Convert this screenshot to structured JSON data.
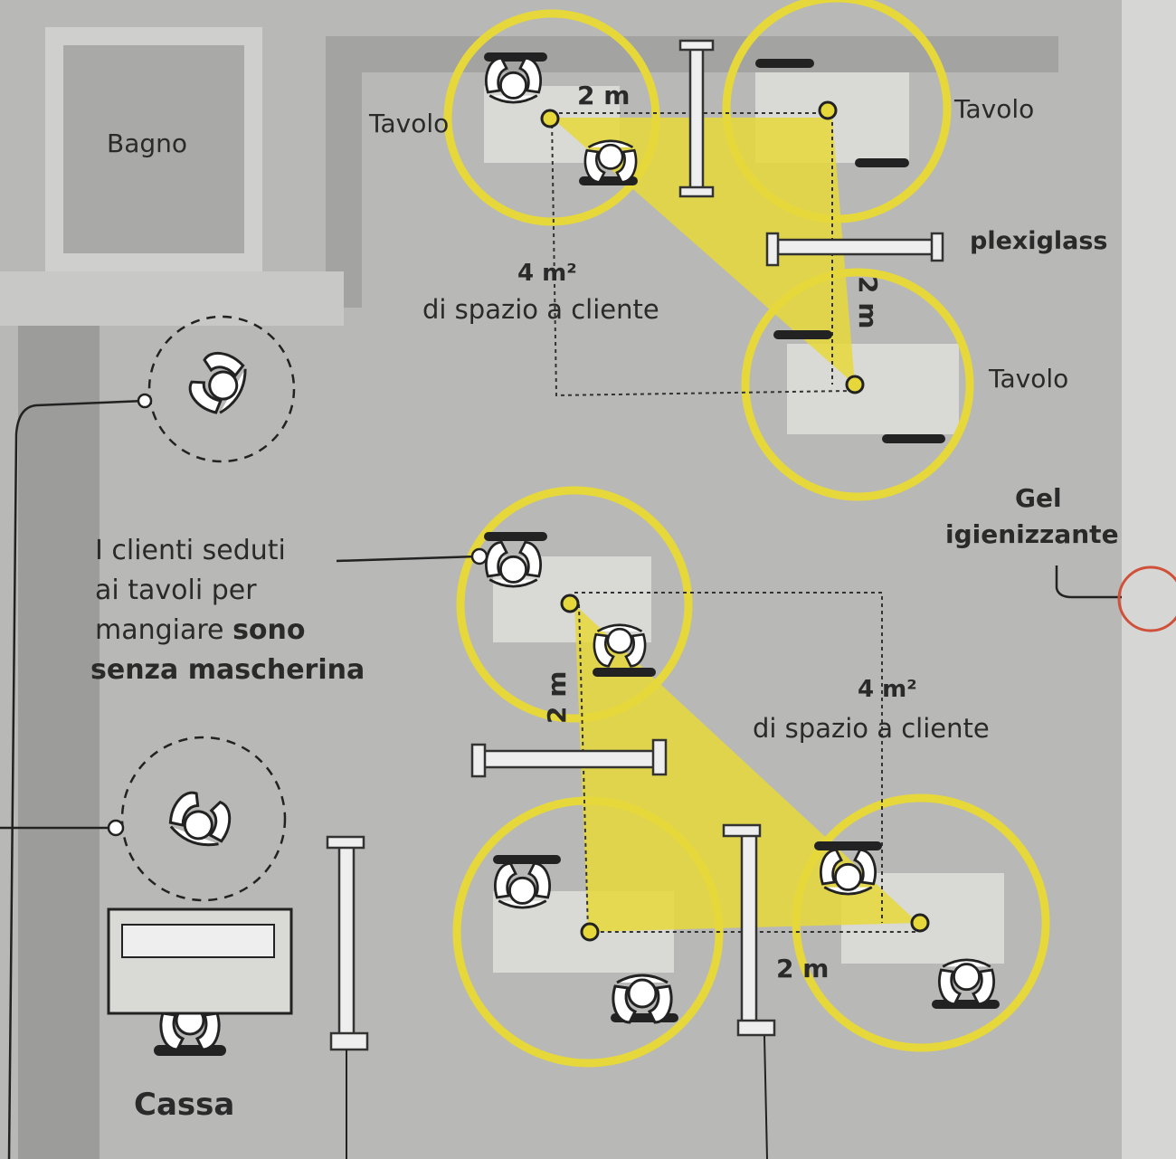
{
  "colors": {
    "background": "#b8b8b6",
    "wall": "#9c9c9a",
    "table": "#dcdcd8",
    "yellow": "#e6d83a",
    "gel_circle": "#d0503a",
    "ink": "#2a2a2a"
  },
  "rooms": {
    "bathroom": "Bagno",
    "cashier": "Cassa"
  },
  "tables": {
    "top_left": "Tavolo",
    "top_right": "Tavolo",
    "right": "Tavolo"
  },
  "measures": {
    "top_horizontal": "2 m",
    "top_vertical": "2 m",
    "top_area": "4 m²",
    "top_area_caption": "di spazio a cliente",
    "bottom_vertical": "2 m",
    "bottom_horizontal": "2 m",
    "bottom_area": "4 m²",
    "bottom_area_caption": "di spazio a cliente"
  },
  "labels": {
    "plexiglass": "plexiglass",
    "gel_line1": "Gel",
    "gel_line2": "igienizzante",
    "seated_line1": "I clienti seduti",
    "seated_line2": "ai tavoli per",
    "seated_line3_normal": "mangiare ",
    "seated_line3_bold": "sono",
    "seated_line4": "senza mascherina"
  }
}
